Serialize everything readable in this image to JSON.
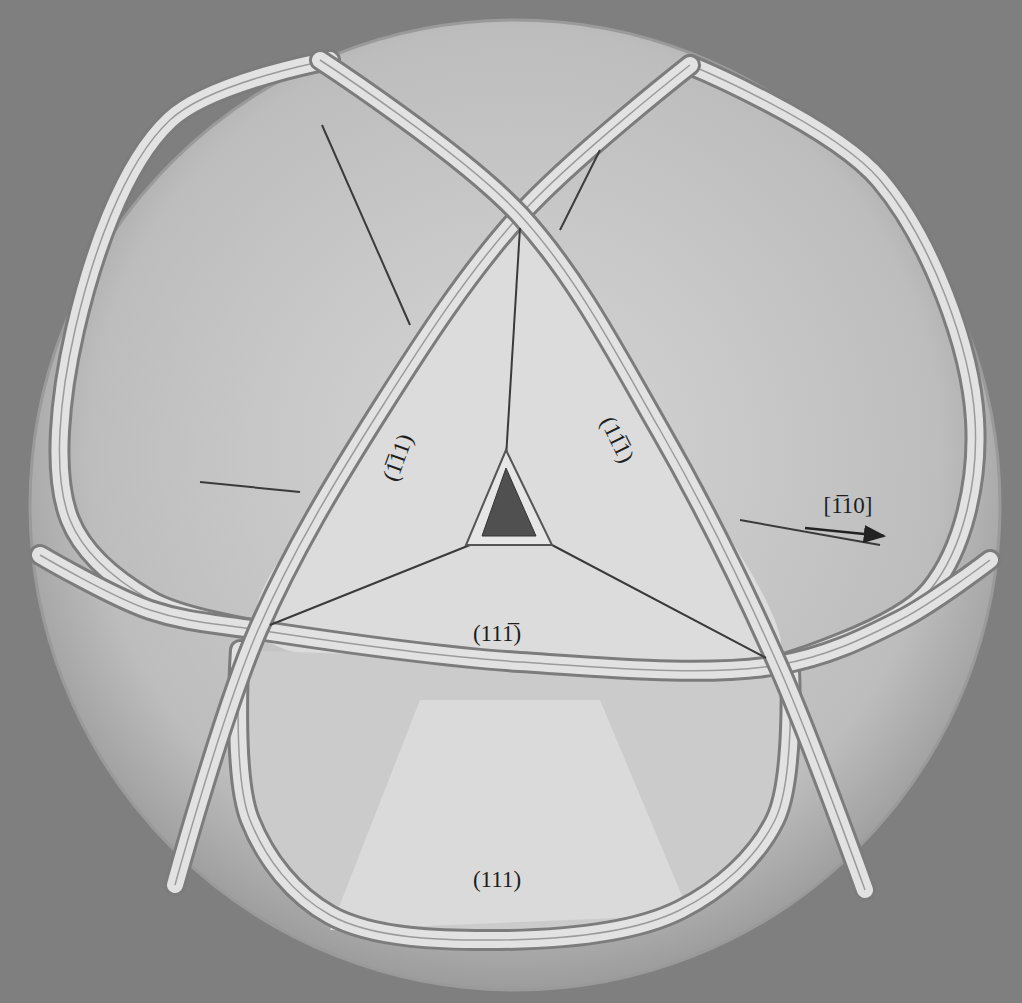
{
  "diagram": {
    "labels": [
      "(1̅11)",
      "(11̅1)",
      "(111̅)",
      "(111)",
      "[1̅10]"
    ]
  }
}
